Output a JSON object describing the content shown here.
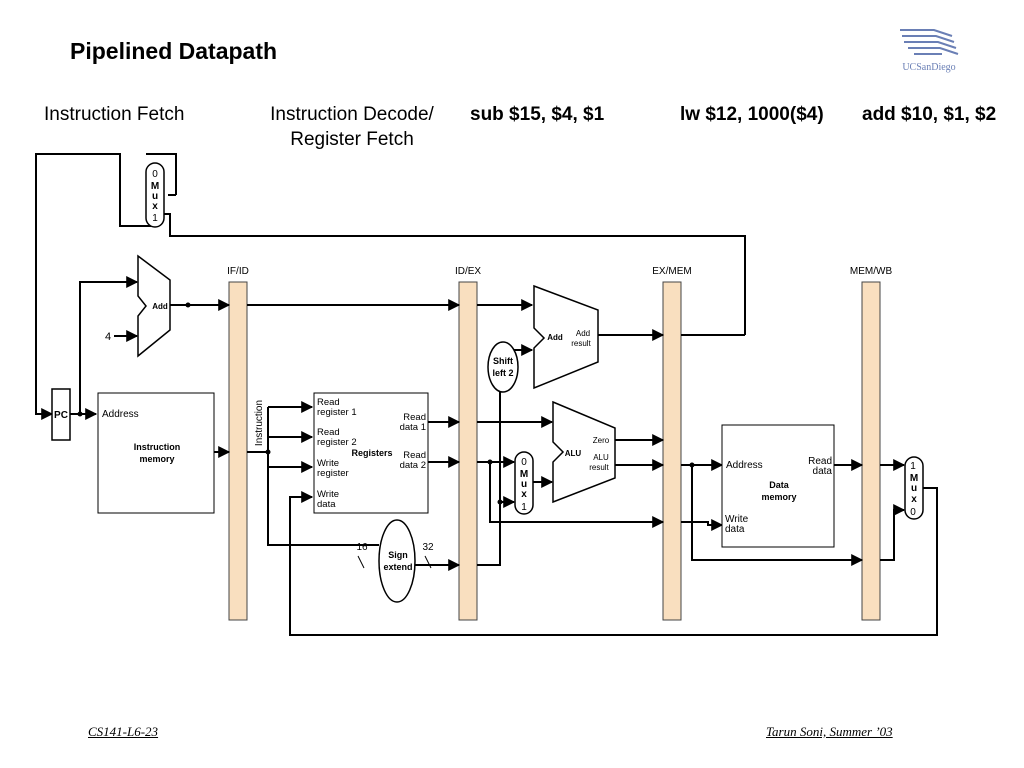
{
  "slide": {
    "title": "Pipelined Datapath",
    "logo_text": "UCSanDiego",
    "footer_left": "CS141-L6-23",
    "footer_right": "Tarun Soni, Summer ’03"
  },
  "stages": {
    "instruction_fetch": "Instruction Fetch",
    "instruction_decode_line1": "Instruction Decode/",
    "instruction_decode_line2": "Register Fetch",
    "execute_instr": "sub $15, $4, $1",
    "memory_instr": "lw $12, 1000($4)",
    "writeback_instr": "add $10, $1, $2"
  },
  "pipeline_registers": [
    "IF/ID",
    "ID/EX",
    "EX/MEM",
    "MEM/WB"
  ],
  "components": {
    "mux_top": [
      "0",
      "M",
      "u",
      "x",
      "1"
    ],
    "add_pc": "Add",
    "const_four": "4",
    "pc": "PC",
    "instruction_memory": {
      "port": "Address",
      "name_line1": "Instruction",
      "name_line2": "memory"
    },
    "instruction_bus": "Instruction",
    "registers": {
      "read_register_1": [
        "Read",
        "register 1"
      ],
      "read_register_2": [
        "Read",
        "register 2"
      ],
      "write_register": [
        "Write",
        "register"
      ],
      "write_data": [
        "Write",
        "data"
      ],
      "read_data_1": [
        "Read",
        "data 1"
      ],
      "read_data_2": [
        "Read",
        "data 2"
      ],
      "name": "Registers"
    },
    "sign_extend": {
      "line1": "Sign",
      "line2": "extend",
      "in_bits": "16",
      "out_bits": "32"
    },
    "shift_left_2": {
      "line1": "Shift",
      "line2": "left 2"
    },
    "add_branch": {
      "name": "Add",
      "result_line1": "Add",
      "result_line2": "result"
    },
    "alu_mux": [
      "0",
      "M",
      "u",
      "x",
      "1"
    ],
    "alu": {
      "name": "ALU",
      "zero": "Zero",
      "result_line1": "ALU",
      "result_line2": "result"
    },
    "data_memory": {
      "address": "Address",
      "read_line1": "Read",
      "read_line2": "data",
      "name_line1": "Data",
      "name_line2": "memory",
      "write_line1": "Write",
      "write_line2": "data"
    },
    "wb_mux": [
      "1",
      "M",
      "u",
      "x",
      "0"
    ]
  },
  "colors": {
    "pipeline_register_fill": "#f9dfbf",
    "pipeline_register_stroke": "#444444",
    "wire": "#000000",
    "logo_blue": "#6a7fb5"
  }
}
